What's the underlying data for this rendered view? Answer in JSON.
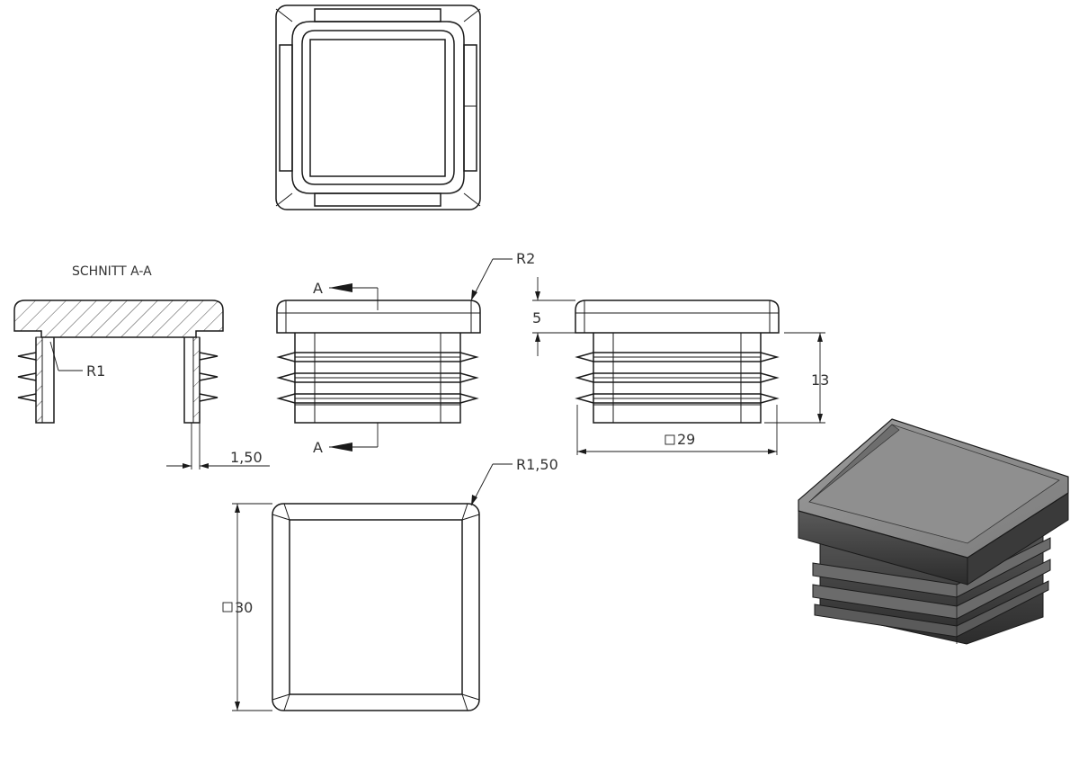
{
  "section_title": "SCHNITT A-A",
  "section_marker": "A",
  "dimensions": {
    "r1": "R1",
    "wall": "1,50",
    "r2": "R2",
    "cap_height": "5",
    "ribs_height": "13",
    "width_29": "29",
    "r150": "R1,50",
    "width_30": "30"
  },
  "colors": {
    "line": "#1a1a1a",
    "text": "#333333",
    "iso_top": "#8a8a8a",
    "iso_side": "#4a4a4a",
    "iso_dark": "#2e2e2e"
  }
}
